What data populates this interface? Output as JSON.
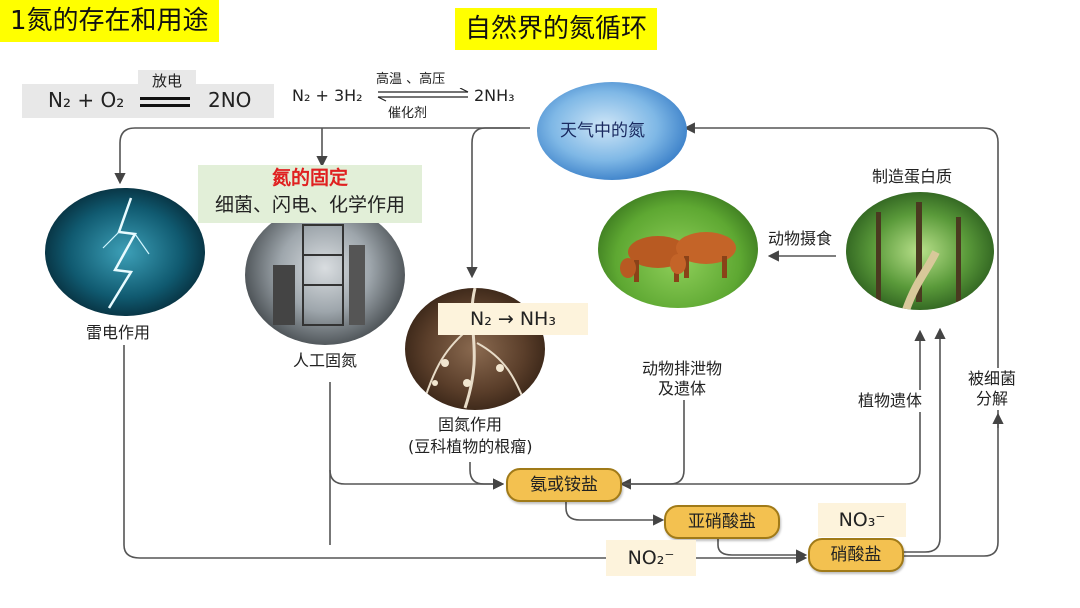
{
  "header": {
    "section_title": "1氮的存在和用途",
    "diagram_title": "自然界的氮循环"
  },
  "equations": {
    "lightning": {
      "left": "N₂ + O₂",
      "condition": "放电",
      "right": "2NO"
    },
    "haber": {
      "left": "N₂ + 3H₂",
      "condition_top": "高温 、高压",
      "condition_bottom": "催化剂",
      "right": "2NH₃"
    }
  },
  "fixation_box": {
    "title": "氮的固定",
    "subtitle": "细菌、闪电、化学作用"
  },
  "nodes": {
    "atmosphere": "天气中的氮",
    "lightning": "雷电作用",
    "industrial": "人工固氮",
    "biological": "固氮作用",
    "biological_sub": "(豆科植物的根瘤)",
    "conversion": "N₂ → NH₃",
    "animals_make_protein": "制造蛋白质",
    "animal_eating": "动物摄食",
    "animal_waste_1": "动物排泄物",
    "animal_waste_2": "及遗体",
    "plant_remains": "植物遗体",
    "decompose_1": "被细菌",
    "decompose_2": "分解",
    "ammonia": "氨或铵盐",
    "nitrite": "亚硝酸盐",
    "nitrate": "硝酸盐",
    "no3_label": "NO₃⁻",
    "no2_label": "NO₂⁻"
  },
  "colors": {
    "highlight_yellow": "#ffff00",
    "node_fill": "#f3c150",
    "fixation_title": "#e02020",
    "arrow": "#444444"
  }
}
